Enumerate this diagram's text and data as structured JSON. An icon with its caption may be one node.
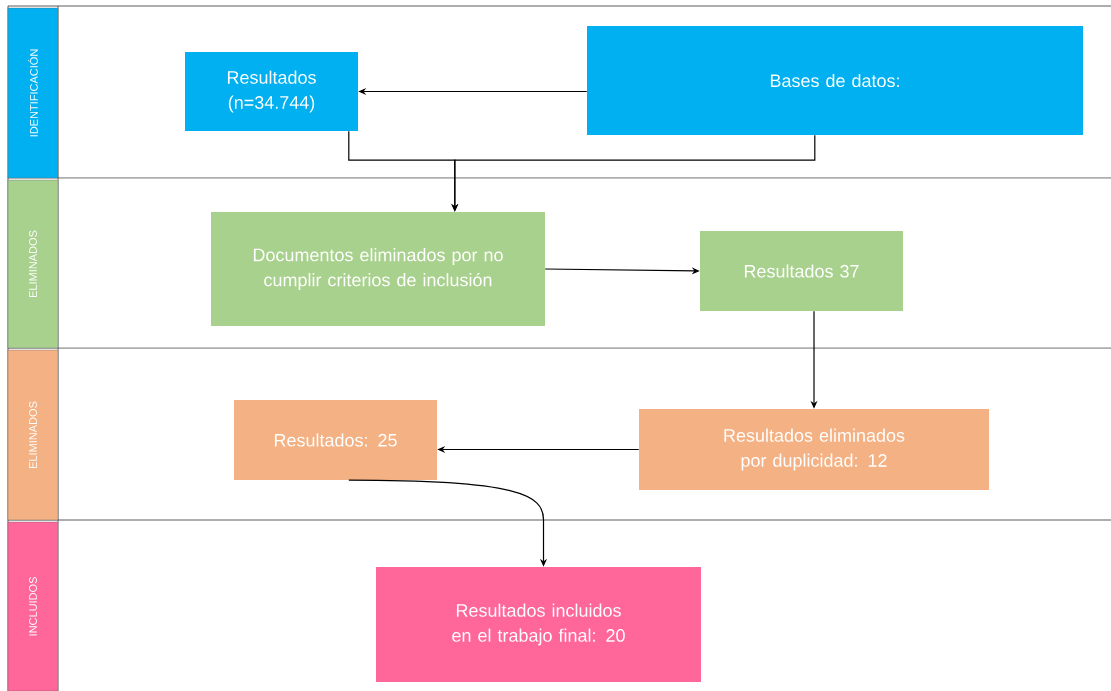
{
  "diagram": {
    "nodes": [
      {
        "text": [
          "IDENTIFICACIÓN"
        ]
      },
      {
        "text": [
          "Resultados (n=34.744)"
        ]
      },
      {
        "text": [
          "Bases de datos:"
        ]
      },
      {
        "text": [
          "ELIMINADOS"
        ]
      },
      {
        "text": [
          "Documentos eliminados por no cumplir criterios de inclusión"
        ]
      },
      {
        "text": [
          "Resultados 37"
        ]
      },
      {
        "text": [
          "ELIMINADOS"
        ]
      },
      {
        "text": [
          "Resultados: 25"
        ]
      },
      {
        "text": [
          "Resultados eliminados por duplicidad: 12"
        ]
      },
      {
        "text": [
          "INCLUIDOS"
        ]
      },
      {
        "text": [
          "Resultados incluidos en el trabajo final: 20"
        ]
      }
    ],
    "edges": [
      {
        "from": 2,
        "to": 1,
        "arrow": "to"
      },
      {
        "from": 1,
        "to": 4,
        "arrow": "to"
      },
      {
        "from": 2,
        "to": 4,
        "arrow": "to"
      },
      {
        "from": 4,
        "to": 5,
        "arrow": "to"
      },
      {
        "from": 5,
        "to": 8,
        "arrow": "to"
      },
      {
        "from": 8,
        "to": 7,
        "arrow": "to"
      },
      {
        "from": 7,
        "to": 10,
        "arrow": "to"
      }
    ]
  }
}
